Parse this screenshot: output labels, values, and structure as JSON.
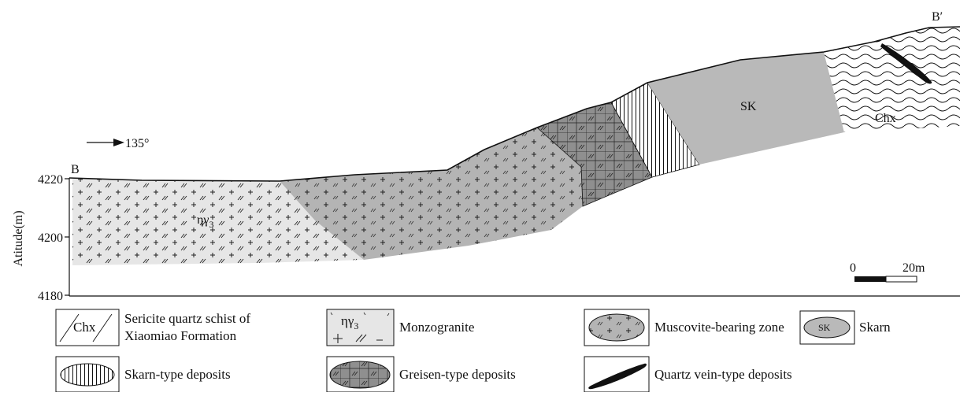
{
  "section": {
    "start_label": "B",
    "end_label": "B′",
    "direction_label": "135°",
    "y_axis_label": "Atitude(m)",
    "y_ticks": [
      "4220",
      "4200",
      "4180"
    ],
    "unit_labels": {
      "monzogranite_symbol": "ηγ",
      "monzogranite_subscript": "3",
      "skarn": "SK",
      "schist": "Chx"
    },
    "scale_bar": {
      "start": "0",
      "end": "20m"
    }
  },
  "legend": {
    "schist_symbol": "Chx",
    "schist_line1": "Sericite quartz schist of",
    "schist_line2": "Xiaomiao Formation",
    "monzogranite_symbol": "ηγ",
    "monzogranite_subscript": "3",
    "monzogranite": "Monzogranite",
    "muscovite": "Muscovite-bearing zone",
    "skarn_symbol": "SK",
    "skarn": "Skarn",
    "skarn_deposits": "Skarn-type deposits",
    "greisen_deposits": "Greisen-type deposits",
    "quartz_vein": "Quartz vein-type deposits"
  },
  "colors": {
    "monzogranite_fill": "#e6e6e6",
    "muscovite_fill": "#b4b4b4",
    "greisen_fill": "#8f8f8f",
    "skarn_fill": "#b9b9b9",
    "line": "#111111"
  }
}
